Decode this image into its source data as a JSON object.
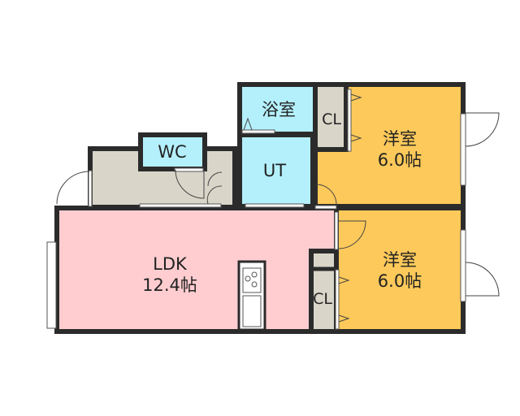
{
  "rooms": {
    "bath": {
      "label": "浴室",
      "color": "#b4f0fc"
    },
    "wc": {
      "label": "WC",
      "color": "#b4f0fc"
    },
    "ut": {
      "label": "UT",
      "color": "#b4f0fc"
    },
    "western_1": {
      "label": "洋室",
      "size": "6.0帖",
      "color": "#fdc95a"
    },
    "western_2": {
      "label": "洋室",
      "size": "6.0帖",
      "color": "#fdc95a"
    },
    "ldk": {
      "label": "LDK",
      "size": "12.4帖",
      "color": "#ffcdd0"
    },
    "closet_1": {
      "label": "CL",
      "color": "#d9d6c9"
    },
    "closet_2": {
      "label": "CL",
      "color": "#d9d6c9"
    },
    "entrance": {
      "color": "#d9d6c9"
    }
  },
  "wall_color": "#2b2b2b"
}
